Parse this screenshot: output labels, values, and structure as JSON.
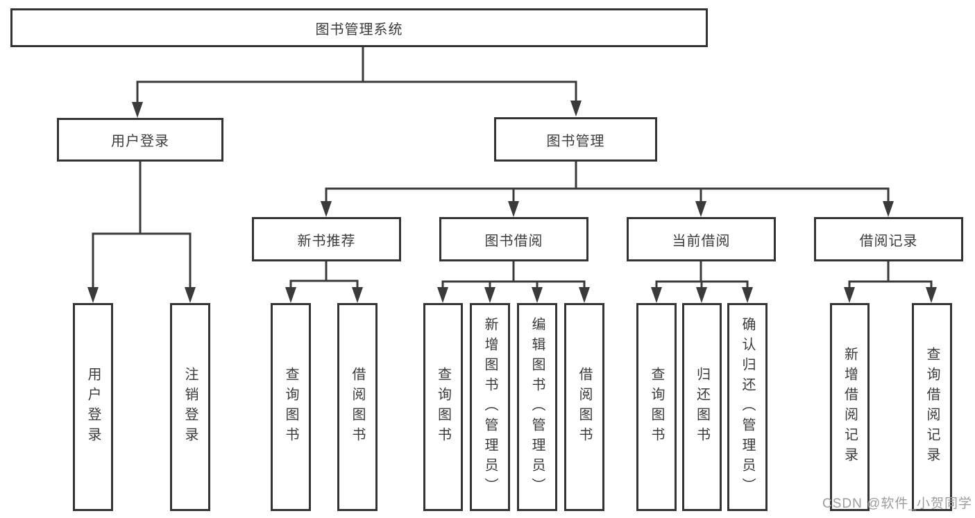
{
  "tree": {
    "root": {
      "label": "图书管理系统"
    },
    "branches": [
      {
        "label": "用户登录",
        "leaves": [
          {
            "label": "用户登录"
          },
          {
            "label": "注销登录"
          }
        ]
      },
      {
        "label": "图书管理",
        "sections": [
          {
            "label": "新书推荐",
            "leaves": [
              {
                "label": "查询图书"
              },
              {
                "label": "借阅图书"
              }
            ]
          },
          {
            "label": "图书借阅",
            "leaves": [
              {
                "label": "查询图书"
              },
              {
                "label": "新增图书（管理员）"
              },
              {
                "label": "编辑图书（管理员）"
              },
              {
                "label": "借阅图书"
              }
            ]
          },
          {
            "label": "当前借阅",
            "leaves": [
              {
                "label": "查询图书"
              },
              {
                "label": "归还图书"
              },
              {
                "label": "确认归还（管理员）"
              }
            ]
          },
          {
            "label": "借阅记录",
            "leaves": [
              {
                "label": "新增借阅记录"
              },
              {
                "label": "查询借阅记录"
              }
            ]
          }
        ]
      }
    ]
  },
  "watermark": {
    "text": "CSDN @软件_小贺同学"
  },
  "colors": {
    "line": "#3a3a3a",
    "box_border": "#333333",
    "text": "#3b3b3b",
    "watermark": "#9c9c9c",
    "background": "#ffffff"
  }
}
